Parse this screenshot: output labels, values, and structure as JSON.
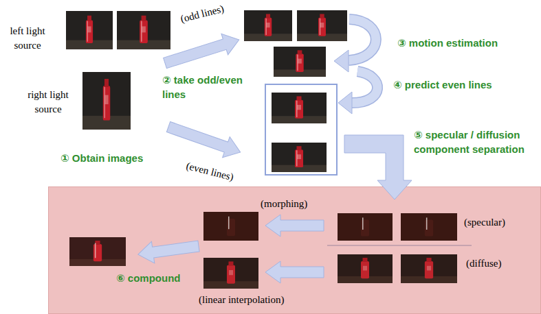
{
  "diagram": {
    "nodes": [
      {
        "text": [
          "(morphing)",
          "(specular)",
          "(diffuse)",
          "⑥ compound",
          "(linear interpolation)"
        ]
      }
    ],
    "labels": [
      "left light source",
      "right light source",
      "(odd lines)",
      "① Obtain images",
      "② take odd/even lines",
      "③ motion estimation",
      "④ predict even lines",
      "(even lines)",
      "⑤ specular / diffusion component separation"
    ]
  }
}
